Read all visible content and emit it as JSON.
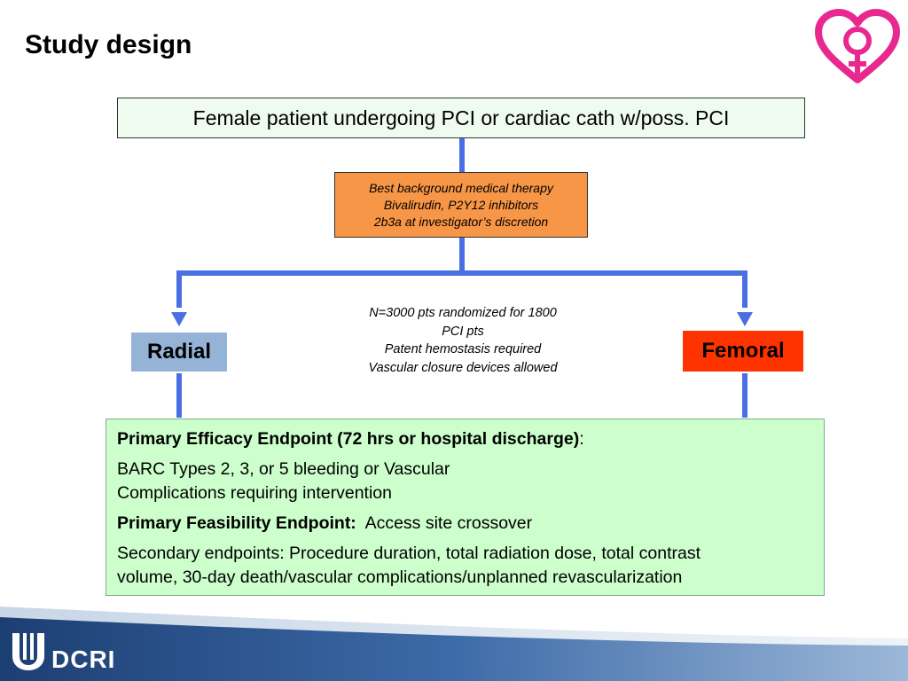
{
  "page": {
    "title": "Study design"
  },
  "diagram": {
    "top_box": "Female patient undergoing PCI or cardiac cath w/poss. PCI",
    "therapy_box": {
      "line1": "Best background medical therapy",
      "line2": "Bivalirudin, P2Y12 inhibitors",
      "line3": "2b3a at investigator’s discretion"
    },
    "center_note": {
      "line1": "N=3000 pts randomized for 1800",
      "line2": "PCI pts",
      "line3": "Patent hemostasis required",
      "line4": "Vascular closure devices allowed"
    },
    "left_arm": "Radial",
    "right_arm": "Femoral",
    "endpoints": {
      "primary_efficacy_label": "Primary Efficacy Endpoint (72 hrs or hospital discharge)",
      "primary_efficacy_colon": ":",
      "primary_efficacy_line1": "BARC Types 2, 3, or 5 bleeding or Vascular",
      "primary_efficacy_line2": "Complications requiring intervention",
      "primary_feasibility_label": "Primary Feasibility Endpoint:",
      "primary_feasibility_text": "Access site crossover",
      "secondary_line1": "Secondary endpoints:  Procedure duration, total radiation dose, total contrast",
      "secondary_line2": "volume, 30-day death/vascular complications/unplanned revascularization"
    }
  },
  "footer": {
    "logo_text": "DCRI"
  },
  "colors": {
    "arrow": "#4a6fe3",
    "therapy_box": "#f79646",
    "radial_box": "#95b3d7",
    "femoral_box": "#ff3300",
    "endpoint_box": "#ccffcc",
    "logo_pink": "#e8288f",
    "footer_blue": "#1c3f73"
  },
  "icons": {
    "top_right_logo": "heart-female-symbol-icon",
    "footer_logo": "dcri-shield-icon"
  }
}
